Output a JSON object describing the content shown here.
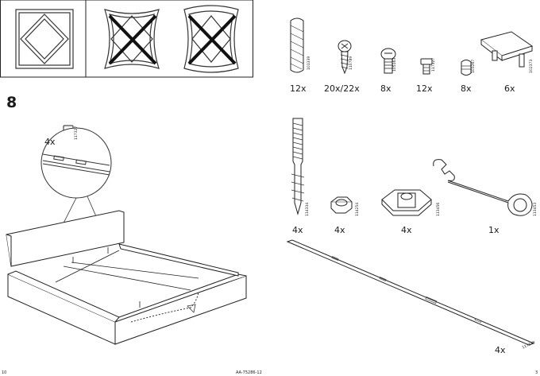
{
  "step_number": "8",
  "top_parts": [
    {
      "qty": "12x",
      "code": "101339"
    },
    {
      "qty": "20x/22x",
      "code": "110789"
    },
    {
      "qty": "8x",
      "code": "105163"
    },
    {
      "qty": "12x",
      "code": "117327"
    },
    {
      "qty": "8x",
      "code": "103267"
    },
    {
      "qty": "6x",
      "code": "102373"
    }
  ],
  "bottom_parts": [
    {
      "qty": "4x",
      "code": "114334"
    },
    {
      "qty": "4x",
      "code": "114254"
    },
    {
      "qty": "4x",
      "code": "113456"
    },
    {
      "qty": "1x",
      "code": "113453"
    }
  ],
  "long_bar": {
    "qty": "4x",
    "code": "117338"
  },
  "detail": {
    "qty": "4x",
    "code": "117327"
  },
  "footer": {
    "left_page": "10",
    "doc_id": "AA-75286-12",
    "right_page": "3"
  }
}
